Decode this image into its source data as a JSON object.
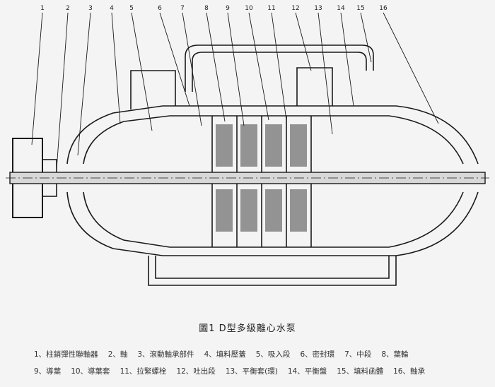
{
  "figure": {
    "caption": "圖1 D型多級離心水泵",
    "part_numbers": [
      "1",
      "2",
      "3",
      "4",
      "5",
      "6",
      "7",
      "8",
      "9",
      "10",
      "11",
      "12",
      "13",
      "14",
      "15",
      "16"
    ]
  },
  "legend": {
    "rows": [
      [
        "1、柱銷彈性聯軸器",
        "2、軸",
        "3、滾動軸承部件",
        "4、填料壓蓋",
        "5、吸入段",
        "6、密封環",
        "7、中段",
        "8、葉輪"
      ],
      [
        "9、導葉",
        "10、導葉套",
        "11、拉緊螺栓",
        "12、吐出段",
        "13、平衡套(環)",
        "14、平衡盤",
        "15、填料函體",
        "16、軸承"
      ]
    ]
  }
}
